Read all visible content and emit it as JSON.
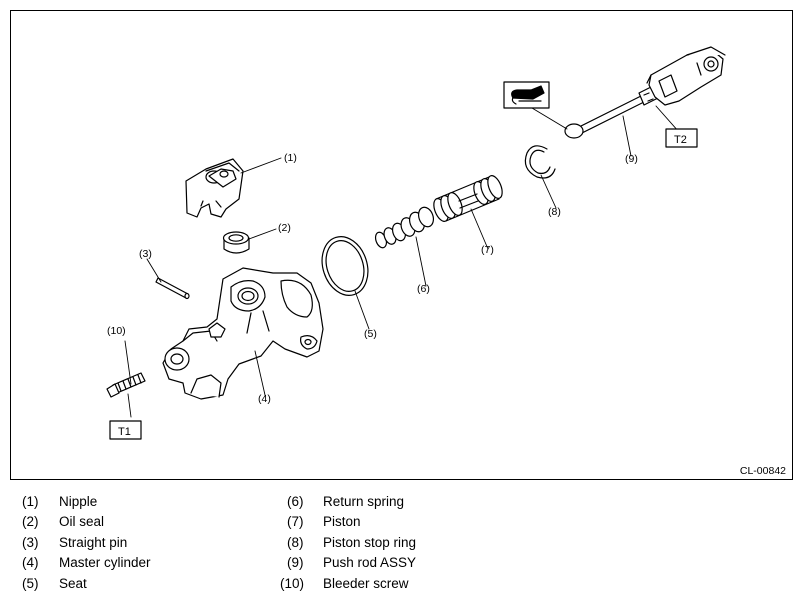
{
  "figure": {
    "code": "CL-00842",
    "callouts": [
      {
        "id": "1",
        "text": "(1)"
      },
      {
        "id": "2",
        "text": "(2)"
      },
      {
        "id": "3",
        "text": "(3)"
      },
      {
        "id": "4",
        "text": "(4)"
      },
      {
        "id": "5",
        "text": "(5)"
      },
      {
        "id": "6",
        "text": "(6)"
      },
      {
        "id": "7",
        "text": "(7)"
      },
      {
        "id": "8",
        "text": "(8)"
      },
      {
        "id": "9",
        "text": "(9)"
      },
      {
        "id": "10",
        "text": "(10)"
      }
    ],
    "torque_tags": {
      "t1": "T1",
      "t2": "T2"
    },
    "grease_icon": "grease-gun-icon"
  },
  "legend": {
    "left": [
      {
        "num": "(1)",
        "name": "Nipple"
      },
      {
        "num": "(2)",
        "name": "Oil seal"
      },
      {
        "num": "(3)",
        "name": "Straight pin"
      },
      {
        "num": "(4)",
        "name": "Master cylinder"
      },
      {
        "num": "(5)",
        "name": "Seat"
      }
    ],
    "right": [
      {
        "num": "(6)",
        "name": "Return spring"
      },
      {
        "num": "(7)",
        "name": "Piston"
      },
      {
        "num": "(8)",
        "name": "Piston stop ring"
      },
      {
        "num": "(9)",
        "name": "Push rod ASSY"
      },
      {
        "num": "(10)",
        "name": "Bleeder screw"
      }
    ]
  }
}
